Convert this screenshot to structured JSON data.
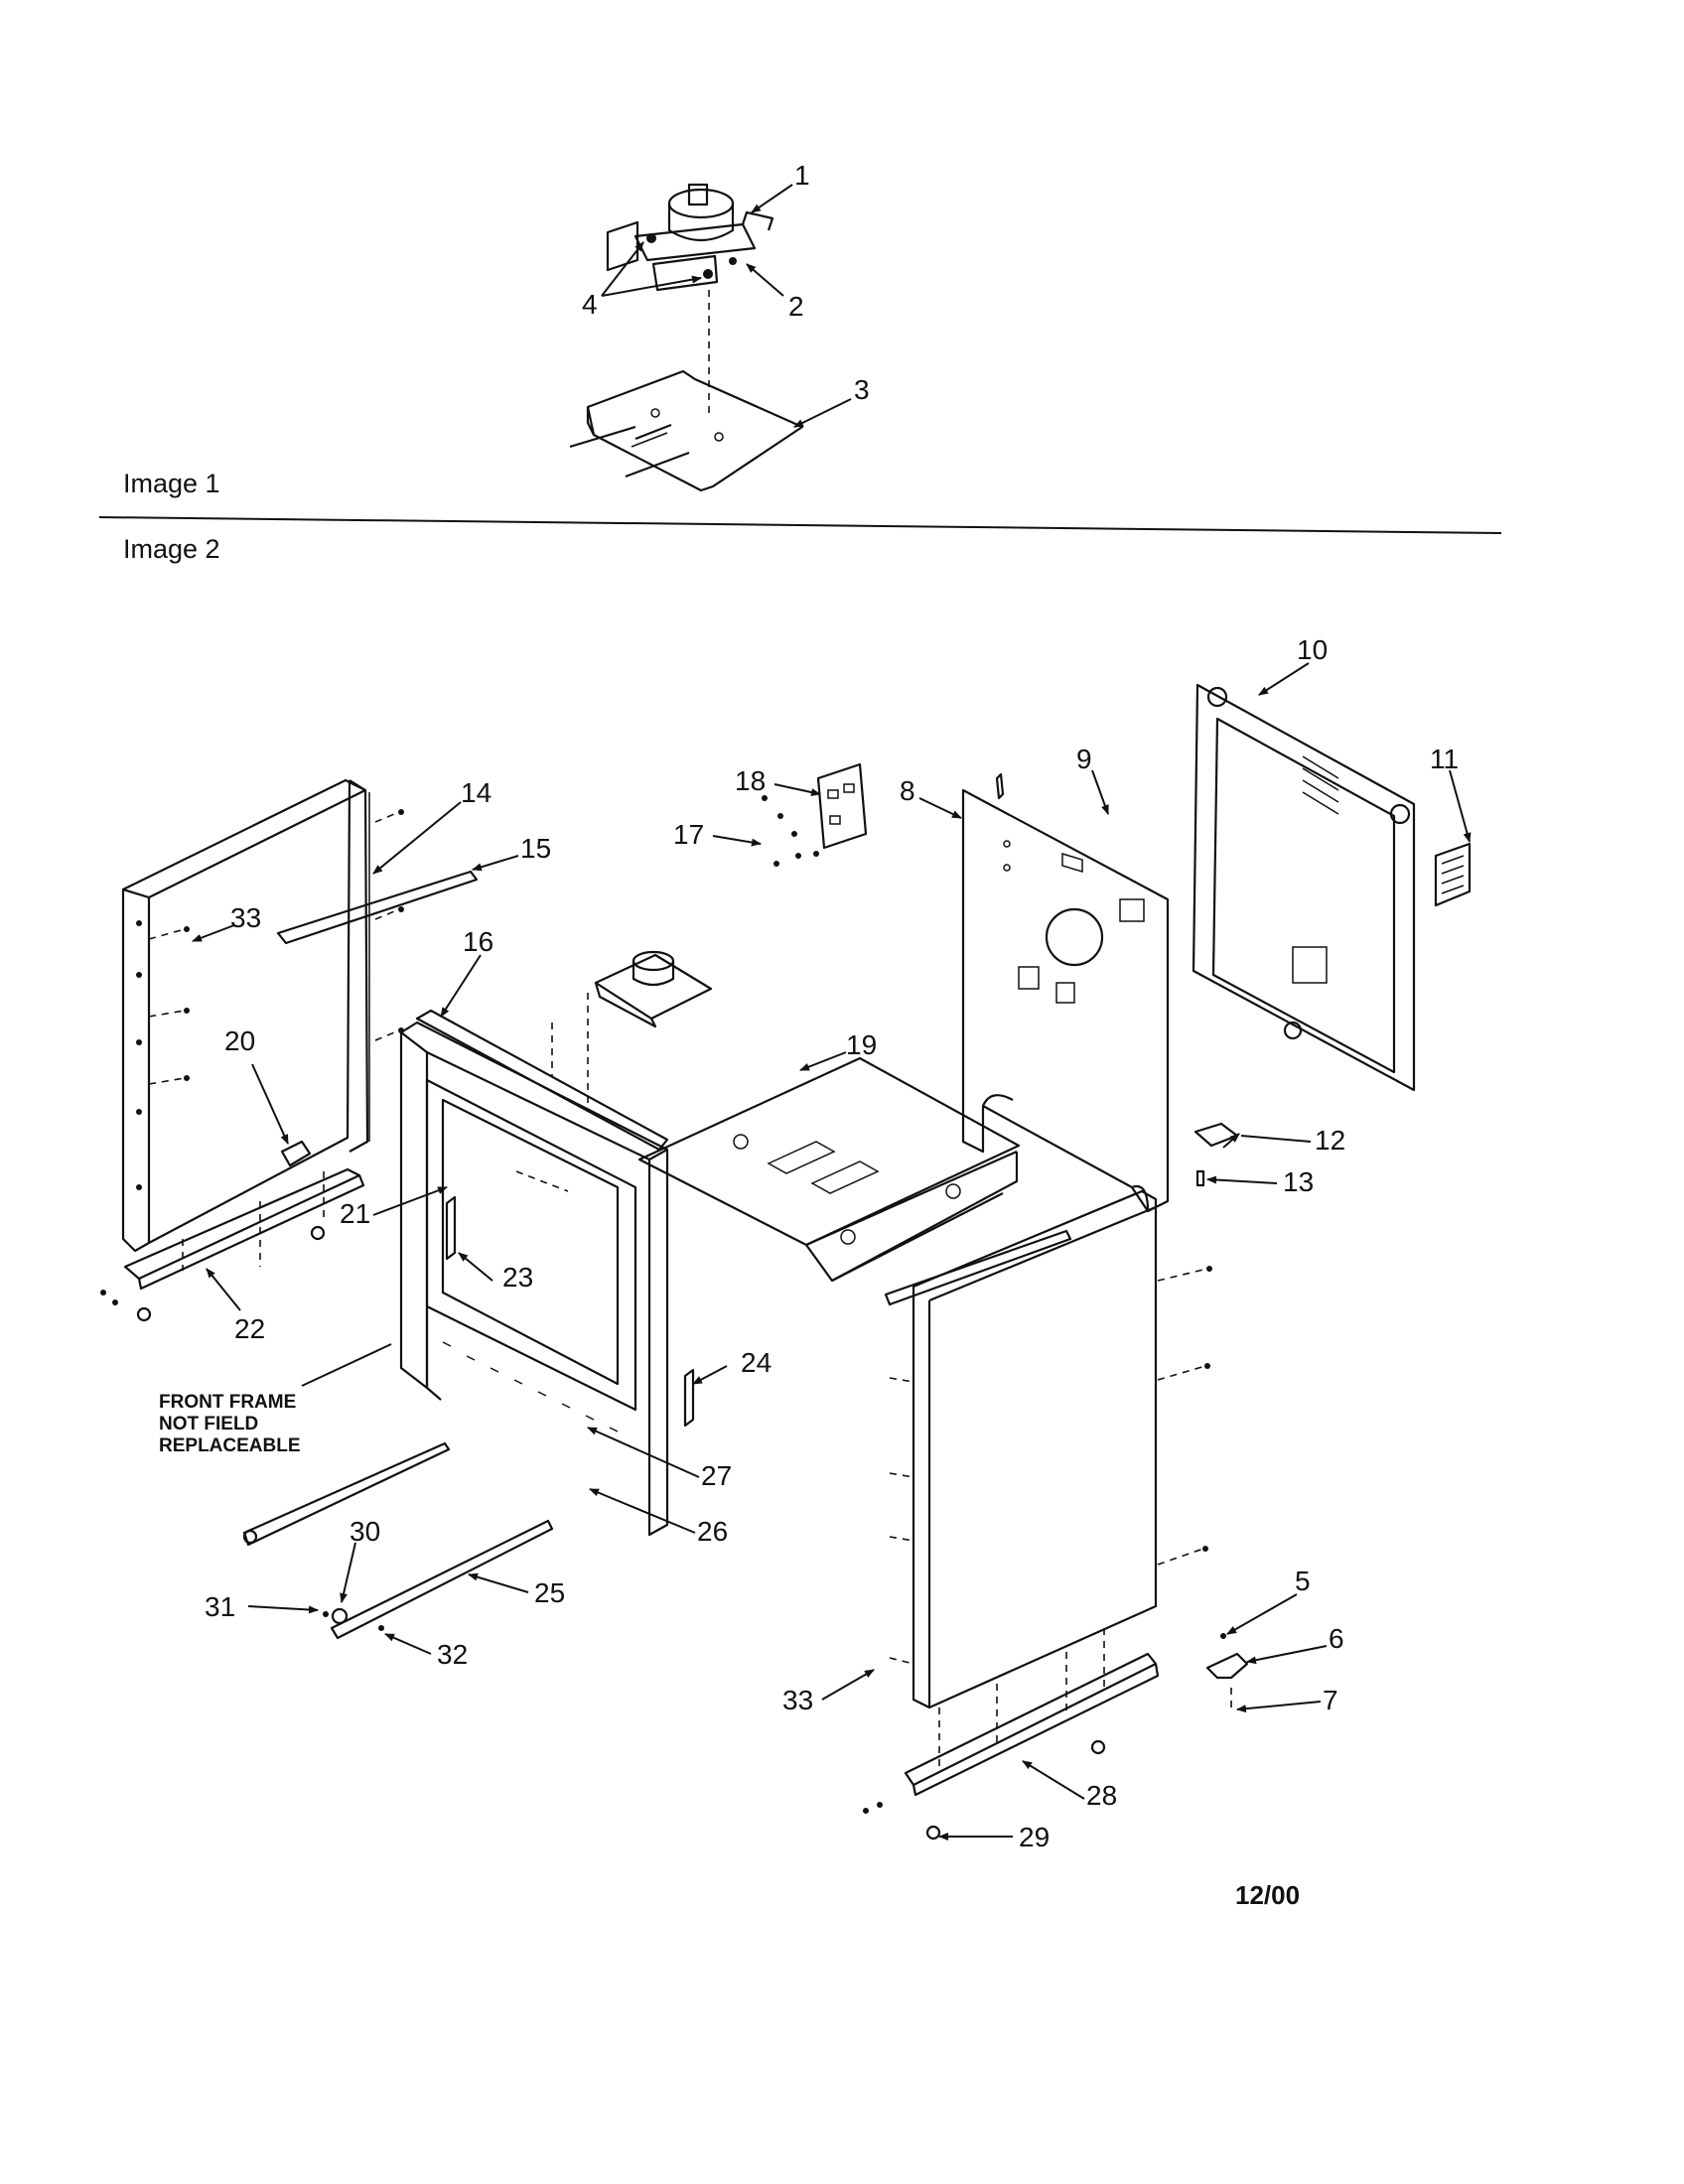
{
  "section_labels": {
    "image1": "Image 1",
    "image2": "Image 2"
  },
  "callouts": [
    "1",
    "2",
    "3",
    "4",
    "5",
    "6",
    "7",
    "8",
    "9",
    "10",
    "11",
    "12",
    "13",
    "14",
    "15",
    "16",
    "17",
    "18",
    "19",
    "20",
    "21",
    "22",
    "23",
    "24",
    "25",
    "26",
    "27",
    "28",
    "29",
    "30",
    "31",
    "32",
    "33",
    "33"
  ],
  "note": {
    "line1": "FRONT FRAME",
    "line2": "NOT FIELD",
    "line3": "REPLACEABLE"
  },
  "date_code": "12/00"
}
